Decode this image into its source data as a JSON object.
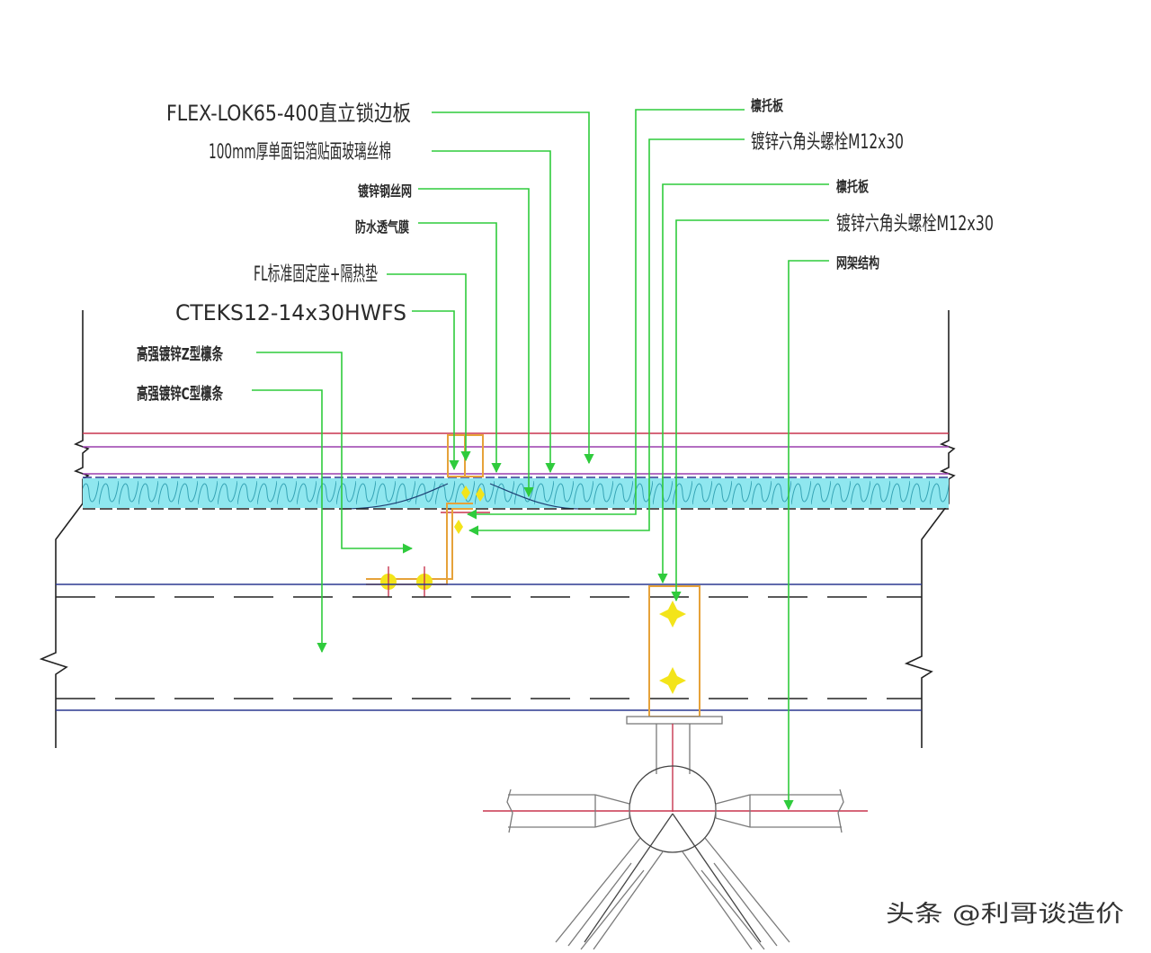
{
  "labels": {
    "panel": "FLEX-LOK65-400直立锁边板",
    "insulation": "100mm厚单面铝箔贴面玻璃丝棉",
    "wire_mesh": "镀锌钢丝网",
    "membrane": "防水透气膜",
    "clip": "FL标准固定座+隔热垫",
    "screw": "CTEKS12-14x30HWFS",
    "z_purlin": "高强镀锌Z型檩条",
    "c_purlin": "高强镀锌C型檩条",
    "purlin_cleat_1": "檩托板",
    "bolt_1": "镀锌六角头螺栓M12x30",
    "purlin_cleat_2": "檩托板",
    "bolt_2": "镀锌六角头螺栓M12x30",
    "space_frame": "网架结构"
  },
  "watermark": "头条 @利哥谈造价",
  "colors": {
    "leader": "#2fcb3c",
    "redline": "#c8354f",
    "magenta": "#9a3fae",
    "insulation": "#8fe7ef",
    "insulation_pattern": "#35a3b4",
    "steel_part": "#e6a23a",
    "bolt": "#f3e41a",
    "structure_line": "#2b3990"
  }
}
